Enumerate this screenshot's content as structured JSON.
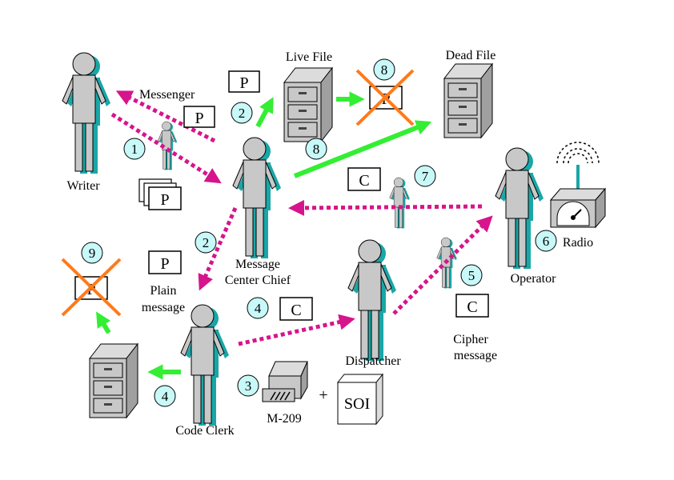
{
  "labels": {
    "writer": "Writer",
    "messenger": "Messenger",
    "live_file": "Live File",
    "dead_file": "Dead File",
    "message_center_chief_1": "Message",
    "message_center_chief_2": "Center Chief",
    "plain_message_1": "Plain",
    "plain_message_2": "message",
    "operator": "Operator",
    "radio": "Radio",
    "dispatcher": "Dispatcher",
    "cipher_message_1": "Cipher",
    "cipher_message_2": "message",
    "code_clerk": "Code Clerk",
    "m209": "M-209",
    "plus": "+",
    "soi": "SOI"
  },
  "message_codes": {
    "plain": "P",
    "cipher": "C"
  },
  "step_numbers": {
    "s1": "1",
    "s2_file": "2",
    "s2_clerk": "2",
    "s3": "3",
    "s4_dispatch": "4",
    "s4_file": "4",
    "s5": "5",
    "s6": "6",
    "s7": "7",
    "s8_arrow": "8",
    "s8_destroy": "8",
    "s9": "9"
  },
  "colors": {
    "person_body": "#c8c8c8",
    "person_shadow": "#1aa6a6",
    "outline": "#000000",
    "dotted_arrow": "#d6148c",
    "solid_arrow": "#33ee33",
    "destroy_x": "#ff7a1a",
    "number_circle": "#c8f8f8",
    "cabinet": "#c8c8c8"
  }
}
